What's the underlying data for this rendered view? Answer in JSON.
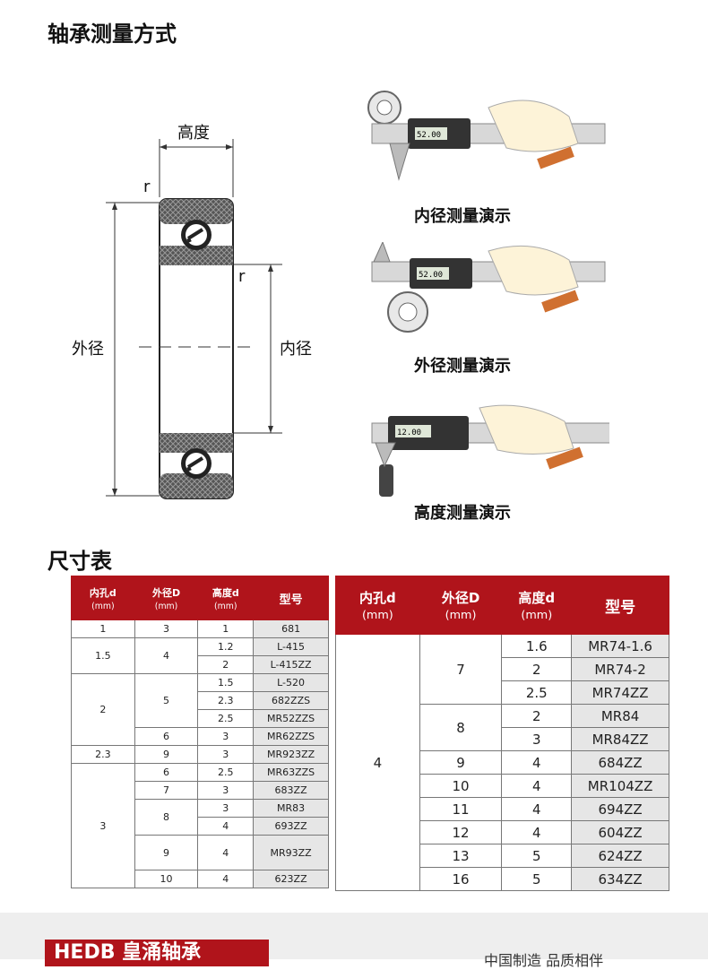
{
  "section1_title": "轴承测量方式",
  "diagram": {
    "height_label": "高度",
    "r1": "r",
    "r2": "r",
    "outer_label": "外径",
    "inner_label": "内径"
  },
  "demos": {
    "inner": "内径测量演示",
    "outer": "外径测量演示",
    "height": "高度测量演示",
    "readout_inner": "52.00",
    "readout_outer": "52.00",
    "readout_height": "12.00"
  },
  "section2_title": "尺寸表",
  "table1": {
    "headers": [
      "内孔d",
      "外径D",
      "高度d",
      "型号"
    ],
    "unit": "(mm)"
  },
  "table1_rows": [
    [
      "1",
      "3",
      "1",
      "681"
    ],
    [
      "1.5",
      "4",
      "1.2",
      "L-415"
    ],
    [
      "",
      "",
      "2",
      "L-415ZZ"
    ],
    [
      "2",
      "5",
      "1.5",
      "L-520"
    ],
    [
      "",
      "",
      "2.3",
      "682ZZS"
    ],
    [
      "",
      "",
      "2.5",
      "MR52ZZS"
    ],
    [
      "",
      "6",
      "3",
      "MR62ZZS"
    ],
    [
      "2.3",
      "9",
      "3",
      "MR923ZZ"
    ],
    [
      "3",
      "6",
      "2.5",
      "MR63ZZS"
    ],
    [
      "",
      "7",
      "3",
      "683ZZ"
    ],
    [
      "",
      "8",
      "3",
      "MR83"
    ],
    [
      "",
      "",
      "4",
      "693ZZ"
    ],
    [
      "",
      "9",
      "4",
      "MR93ZZ"
    ],
    [
      "",
      "10",
      "4",
      "623ZZ"
    ]
  ],
  "table2": {
    "headers": [
      "内孔d",
      "外径D",
      "高度d",
      "型号"
    ],
    "unit": "(mm)"
  },
  "table2_rows": [
    [
      "4",
      "7",
      "1.6",
      "MR74-1.6"
    ],
    [
      "",
      "",
      "2",
      "MR74-2"
    ],
    [
      "",
      "",
      "2.5",
      "MR74ZZ"
    ],
    [
      "",
      "8",
      "2",
      "MR84"
    ],
    [
      "",
      "",
      "3",
      "MR84ZZ"
    ],
    [
      "",
      "9",
      "4",
      "684ZZ"
    ],
    [
      "",
      "10",
      "4",
      "MR104ZZ"
    ],
    [
      "",
      "11",
      "4",
      "694ZZ"
    ],
    [
      "",
      "12",
      "4",
      "604ZZ"
    ],
    [
      "",
      "13",
      "5",
      "624ZZ"
    ],
    [
      "",
      "16",
      "5",
      "634ZZ"
    ]
  ],
  "footer": {
    "logo": "HEDB 皇涌轴承",
    "slogan": "中国制造 品质相伴"
  },
  "colors": {
    "header_red": "#b0141b",
    "model_cell_gray": "#e6e6e6"
  }
}
